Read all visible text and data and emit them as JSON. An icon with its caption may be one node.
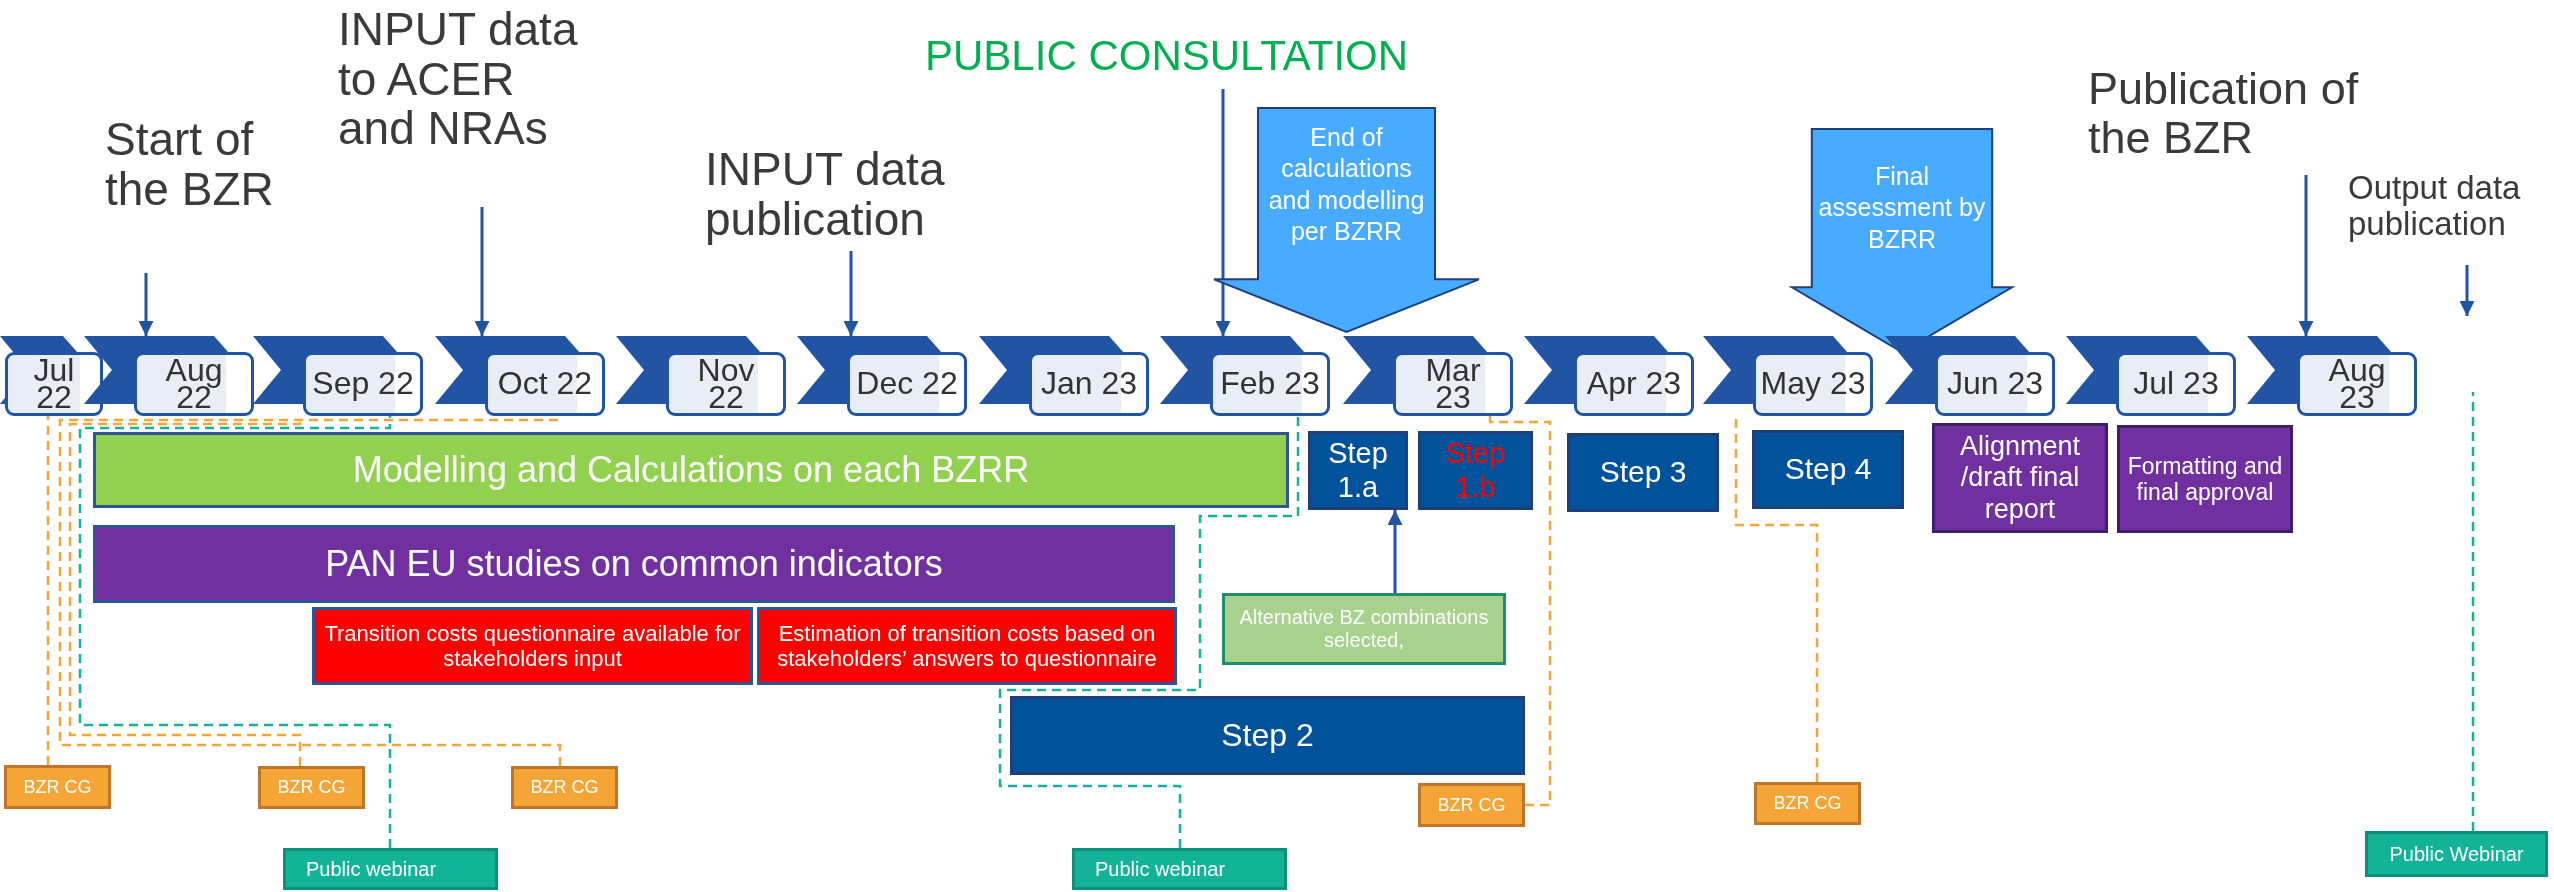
{
  "diagram": {
    "nodes": [
      {
        "text": [
          "Start of the BZR"
        ]
      },
      {
        "text": [
          "INPUT data to ACER and NRAs"
        ]
      },
      {
        "text": [
          "INPUT data publication"
        ]
      },
      {
        "text": [
          "PUBLIC CONSULTATION"
        ]
      },
      {
        "text": [
          "End of calculations and modelling per BZRR"
        ]
      },
      {
        "text": [
          "Final assessment by BZRR"
        ]
      },
      {
        "text": [
          "Publication of the BZR"
        ]
      },
      {
        "text": [
          "Output data publication"
        ]
      },
      {
        "text": [
          "Jul 22"
        ]
      },
      {
        "text": [
          "Aug 22"
        ]
      },
      {
        "text": [
          "Sep 22"
        ]
      },
      {
        "text": [
          "Oct 22"
        ]
      },
      {
        "text": [
          "Nov 22"
        ]
      },
      {
        "text": [
          "Dec 22"
        ]
      },
      {
        "text": [
          "Jan 23"
        ]
      },
      {
        "text": [
          "Feb 23"
        ]
      },
      {
        "text": [
          "Mar 23"
        ]
      },
      {
        "text": [
          "Apr 23"
        ]
      },
      {
        "text": [
          "May 23"
        ]
      },
      {
        "text": [
          "Jun 23"
        ]
      },
      {
        "text": [
          "Jul 23"
        ]
      },
      {
        "text": [
          "Aug 23"
        ]
      },
      {
        "text": [
          "Modelling and Calculations on each BZRR"
        ]
      },
      {
        "text": [
          "Step 1.a"
        ]
      },
      {
        "text": [
          "Step 1.b"
        ]
      },
      {
        "text": [
          "Step 3"
        ]
      },
      {
        "text": [
          "Step 4"
        ]
      },
      {
        "text": [
          "Alignment /draft final report"
        ]
      },
      {
        "text": [
          "Formatting and final approval"
        ]
      },
      {
        "text": [
          "PAN EU studies on common indicators"
        ]
      },
      {
        "text": [
          "Transition costs questionnaire available for stakeholders input"
        ]
      },
      {
        "text": [
          "Estimation of transition costs based on stakeholders’ answers to questionnaire"
        ]
      },
      {
        "text": [
          "Alternative BZ combinations selected,"
        ]
      },
      {
        "text": [
          "Step 2"
        ]
      },
      {
        "text": [
          "BZR CG"
        ]
      },
      {
        "text": [
          "BZR CG"
        ]
      },
      {
        "text": [
          "BZR CG"
        ]
      },
      {
        "text": [
          "BZR CG"
        ]
      },
      {
        "text": [
          "BZR CG"
        ]
      },
      {
        "text": [
          "Public webinar"
        ]
      },
      {
        "text": [
          "Public webinar"
        ]
      },
      {
        "text": [
          "Public Webinar"
        ]
      }
    ],
    "edges": [
      {
        "from": 0,
        "to": 9,
        "arrow": "to"
      },
      {
        "from": 1,
        "to": 11,
        "arrow": "to"
      },
      {
        "from": 2,
        "to": 13,
        "arrow": "to"
      },
      {
        "from": 3,
        "to": 15,
        "arrow": "to"
      },
      {
        "from": 6,
        "to": 21,
        "arrow": "to"
      },
      {
        "from": 7,
        "to": null,
        "arrow": "to"
      },
      {
        "from": 32,
        "to": 23,
        "arrow": "to"
      },
      {
        "from": 34,
        "to": 8,
        "arrow": "none",
        "style": "dashed",
        "color": "#f4a535"
      },
      {
        "from": 35,
        "to": 10,
        "arrow": "none",
        "style": "dashed",
        "color": "#f4a535"
      },
      {
        "from": 36,
        "to": 11,
        "arrow": "none",
        "style": "dashed",
        "color": "#f4a535"
      },
      {
        "from": 37,
        "to": 16,
        "arrow": "none",
        "style": "dashed",
        "color": "#f4a535"
      },
      {
        "from": 38,
        "to": 18,
        "arrow": "none",
        "style": "dashed",
        "color": "#f4a535"
      },
      {
        "from": 39,
        "to": 10,
        "arrow": "none",
        "style": "dashed",
        "color": "#13b39a"
      },
      {
        "from": 40,
        "to": 15,
        "arrow": "none",
        "style": "dashed",
        "color": "#13b39a"
      },
      {
        "from": 41,
        "to": null,
        "arrow": "none",
        "style": "dashed",
        "color": "#13b39a"
      }
    ]
  }
}
